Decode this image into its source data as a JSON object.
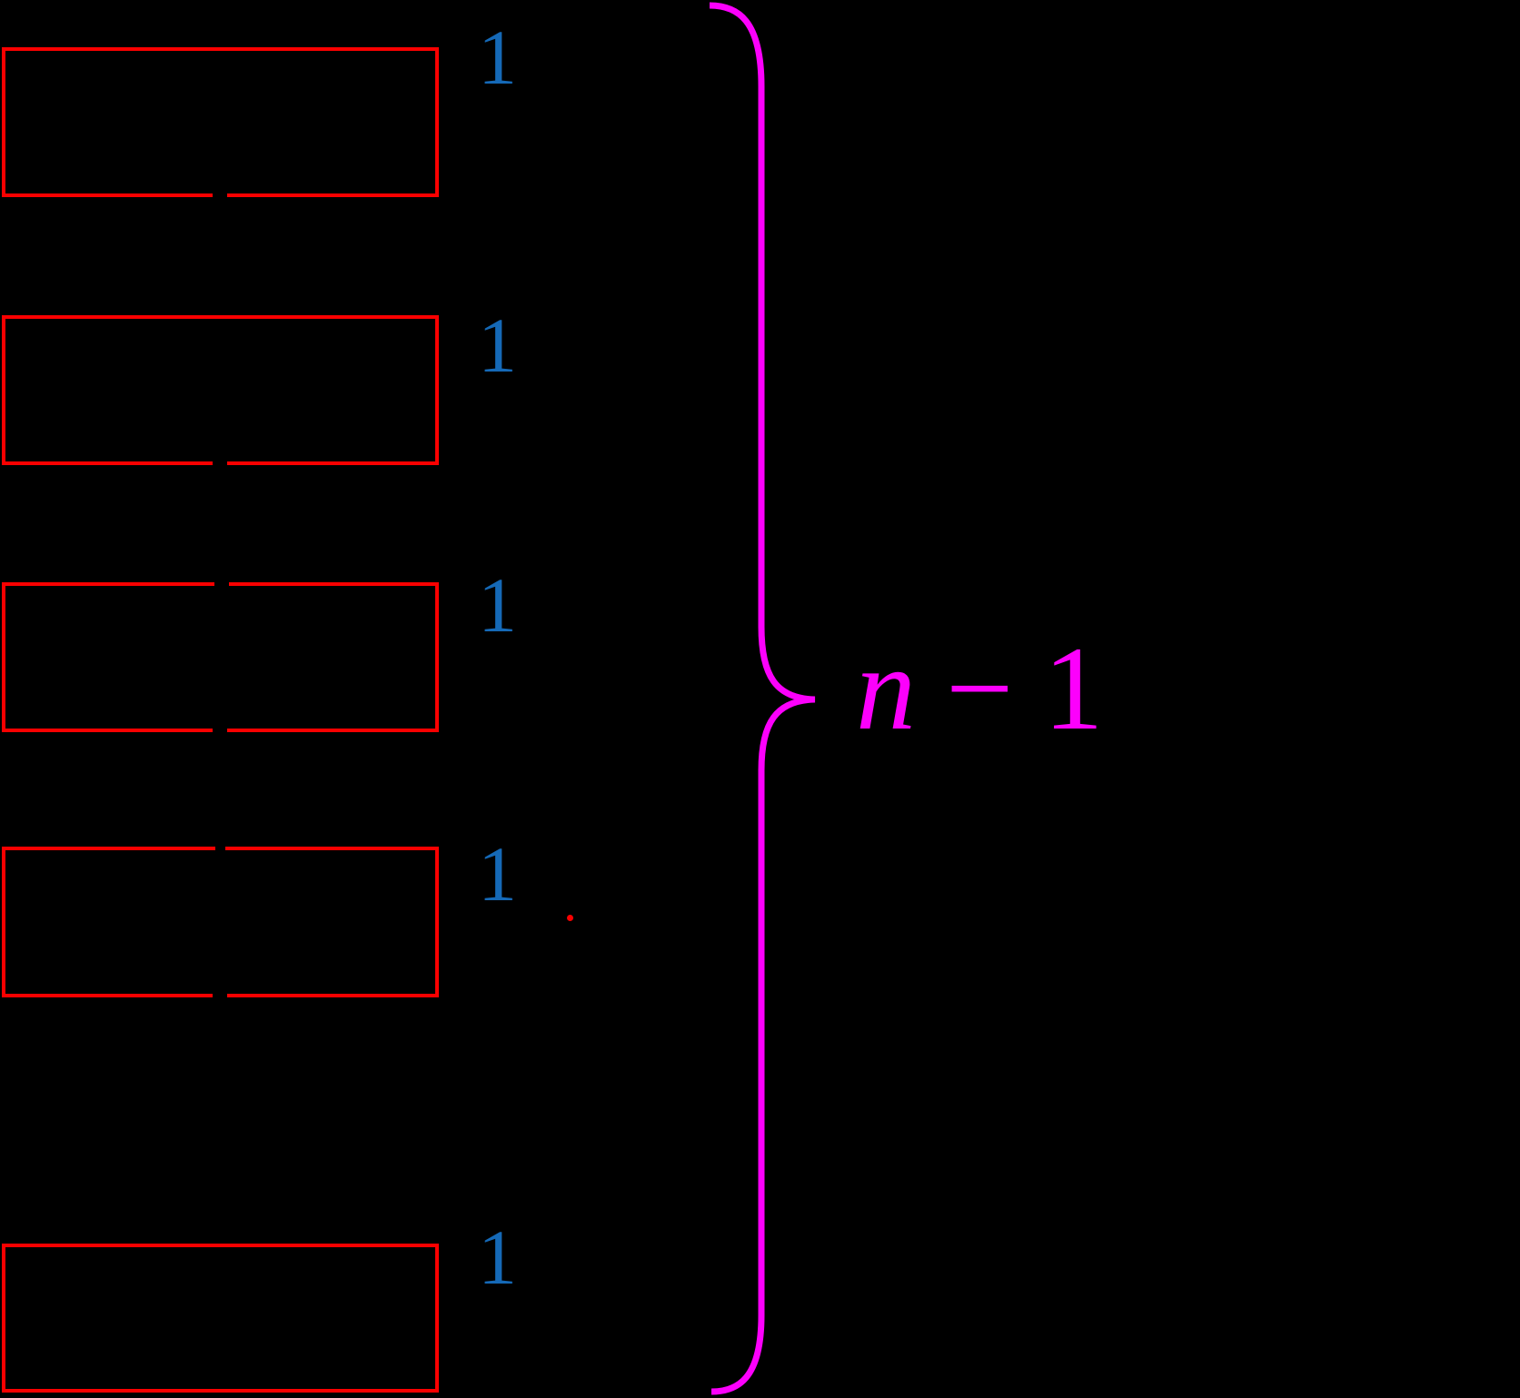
{
  "colors": {
    "background": "#000000",
    "box_border": "#fa0000",
    "unit_label_blue": "#1569b7",
    "brace_magenta": "#fc00fc",
    "dot_red": "#fa0000"
  },
  "rows": [
    {
      "label": "1"
    },
    {
      "label": "1"
    },
    {
      "label": "1"
    },
    {
      "label": "1"
    },
    {
      "label": "1"
    }
  ],
  "brace": {
    "label_variable": "n",
    "label_operator": "−",
    "label_value": "1",
    "label_full": "n − 1"
  }
}
